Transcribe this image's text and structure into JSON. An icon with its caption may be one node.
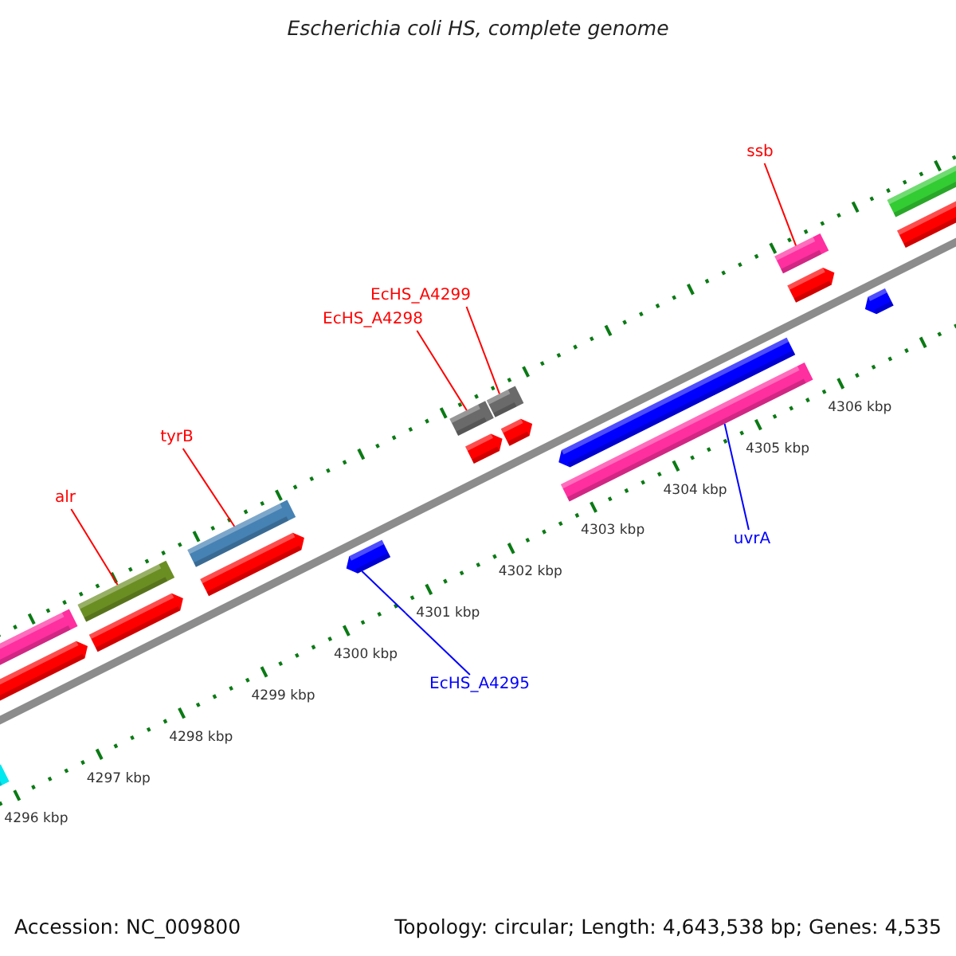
{
  "diagram": {
    "title": "Escherichia coli HS, complete genome",
    "nodes": [
      {
        "text": [
          "alr"
        ]
      },
      {
        "text": [],
        "shape": "bar"
      },
      {
        "text": [
          "tyrB"
        ]
      },
      {
        "text": [],
        "shape": "bar"
      },
      {
        "text": [
          "EcHS_A4298"
        ]
      },
      {
        "text": [],
        "shape": "bar"
      },
      {
        "text": [
          "EcHS_A4299"
        ]
      },
      {
        "text": [],
        "shape": "bar"
      },
      {
        "text": [
          "ssb"
        ]
      },
      {
        "text": [],
        "shape": "bar"
      },
      {
        "text": [
          "EcHS_A4295"
        ]
      },
      {
        "text": [],
        "shape": "bar"
      },
      {
        "text": [
          "uvrA"
        ]
      },
      {
        "text": [],
        "shape": "bar"
      }
    ],
    "edges": [
      {
        "from": 0,
        "to": 1,
        "arrow": "none"
      },
      {
        "from": 2,
        "to": 3,
        "arrow": "none"
      },
      {
        "from": 4,
        "to": 5,
        "arrow": "none"
      },
      {
        "from": 6,
        "to": 7,
        "arrow": "none"
      },
      {
        "from": 8,
        "to": 9,
        "arrow": "none"
      },
      {
        "from": 10,
        "to": 11,
        "arrow": "none",
        "color": "#0000ff"
      },
      {
        "from": 12,
        "to": 13,
        "arrow": "none",
        "color": "#0000ff"
      }
    ],
    "labels": [
      "4296 kbp",
      "4297 kbp",
      "4298 kbp",
      "4299 kbp",
      "4300 kbp",
      "4301 kbp",
      "4302 kbp",
      "4303 kbp",
      "4304 kbp",
      "4305 kbp",
      "4306 kbp",
      "Accession: NC_009800",
      "Topology: circular; Length: 4,643,538 bp; Genes: 4,535"
    ]
  }
}
